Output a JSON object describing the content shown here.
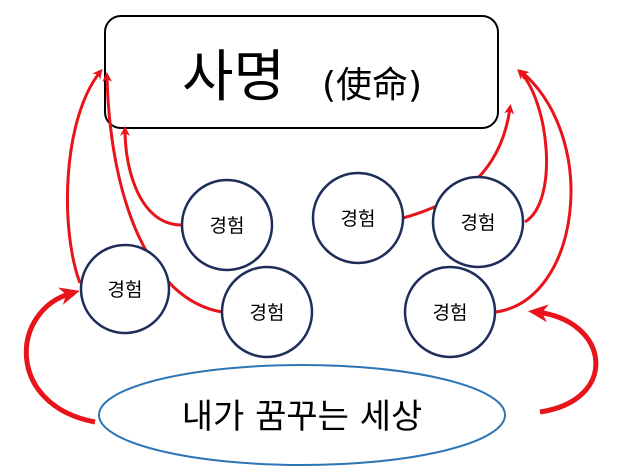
{
  "mission_box": {
    "title": "사명",
    "hanja": "(使命)"
  },
  "experience_nodes": [
    {
      "id": "experience-1",
      "label": "경험"
    },
    {
      "id": "experience-2",
      "label": "경험"
    },
    {
      "id": "experience-3",
      "label": "경험"
    },
    {
      "id": "experience-4",
      "label": "경험"
    },
    {
      "id": "experience-5",
      "label": "경험"
    },
    {
      "id": "experience-6",
      "label": "경험"
    }
  ],
  "dream_world": {
    "label": "내가 꿈꾸는 세상"
  },
  "colors": {
    "arrow": "#e8141b",
    "node_border": "#1f2d5a",
    "ellipse_border": "#2e75b6",
    "box_border": "#000000"
  }
}
